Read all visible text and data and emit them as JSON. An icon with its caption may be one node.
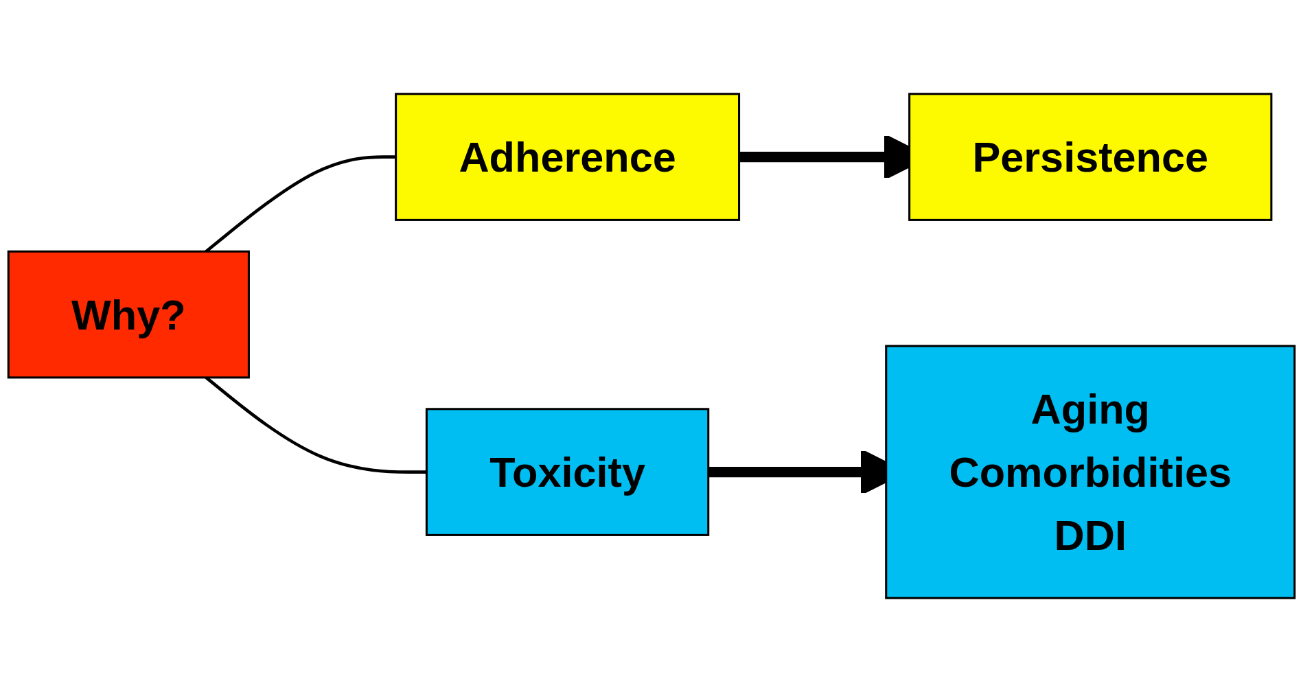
{
  "diagram": {
    "nodes": [
      {
        "text": [
          "Why?"
        ]
      },
      {
        "text": [
          "Adherence"
        ]
      },
      {
        "text": [
          "Persistence"
        ]
      },
      {
        "text": [
          "Toxicity"
        ]
      },
      {
        "text": [
          "Aging",
          "Comorbidities",
          "DDI"
        ]
      }
    ],
    "edges": [
      {
        "from": 0,
        "to": 1,
        "arrow": "none"
      },
      {
        "from": 0,
        "to": 3,
        "arrow": "none"
      },
      {
        "from": 1,
        "to": 2,
        "arrow": "to",
        "style": "thick"
      },
      {
        "from": 3,
        "to": 4,
        "arrow": "to",
        "style": "thick"
      }
    ]
  }
}
